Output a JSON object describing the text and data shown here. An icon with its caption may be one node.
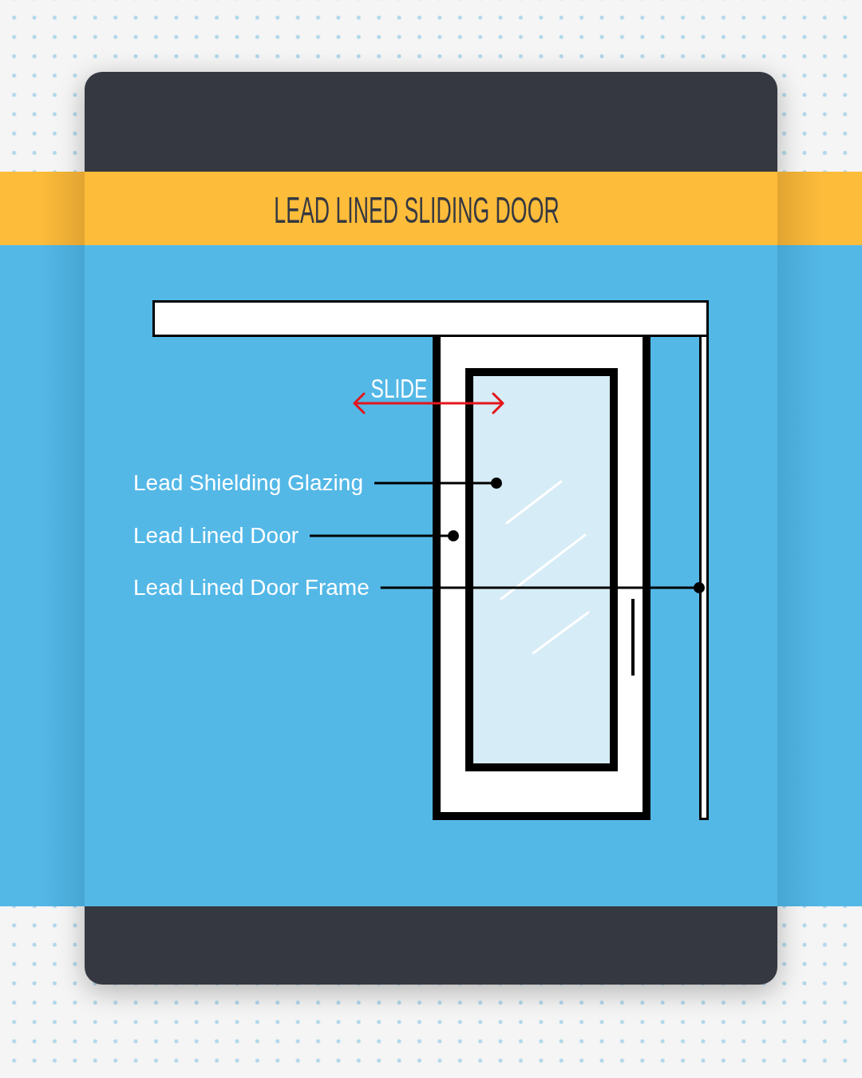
{
  "diagram": {
    "title": "LEAD LINED SLIDING DOOR",
    "nodes": [
      {
        "text": [
          "Lead Shielding Glazing"
        ]
      },
      {
        "text": [
          "Lead Lined Door"
        ]
      },
      {
        "text": [
          "Lead Lined Door Frame"
        ]
      },
      {
        "text": [],
        "shape": "box"
      },
      {
        "text": [],
        "shape": "box",
        "in": 3
      },
      {
        "text": [],
        "shape": "bar"
      }
    ],
    "edges": [
      {
        "from": 0,
        "to": 4,
        "arrow": "other"
      },
      {
        "from": 1,
        "to": 3,
        "arrow": "other"
      },
      {
        "from": 2,
        "to": 5,
        "arrow": "other"
      }
    ],
    "labels": [
      "SLIDE"
    ]
  }
}
